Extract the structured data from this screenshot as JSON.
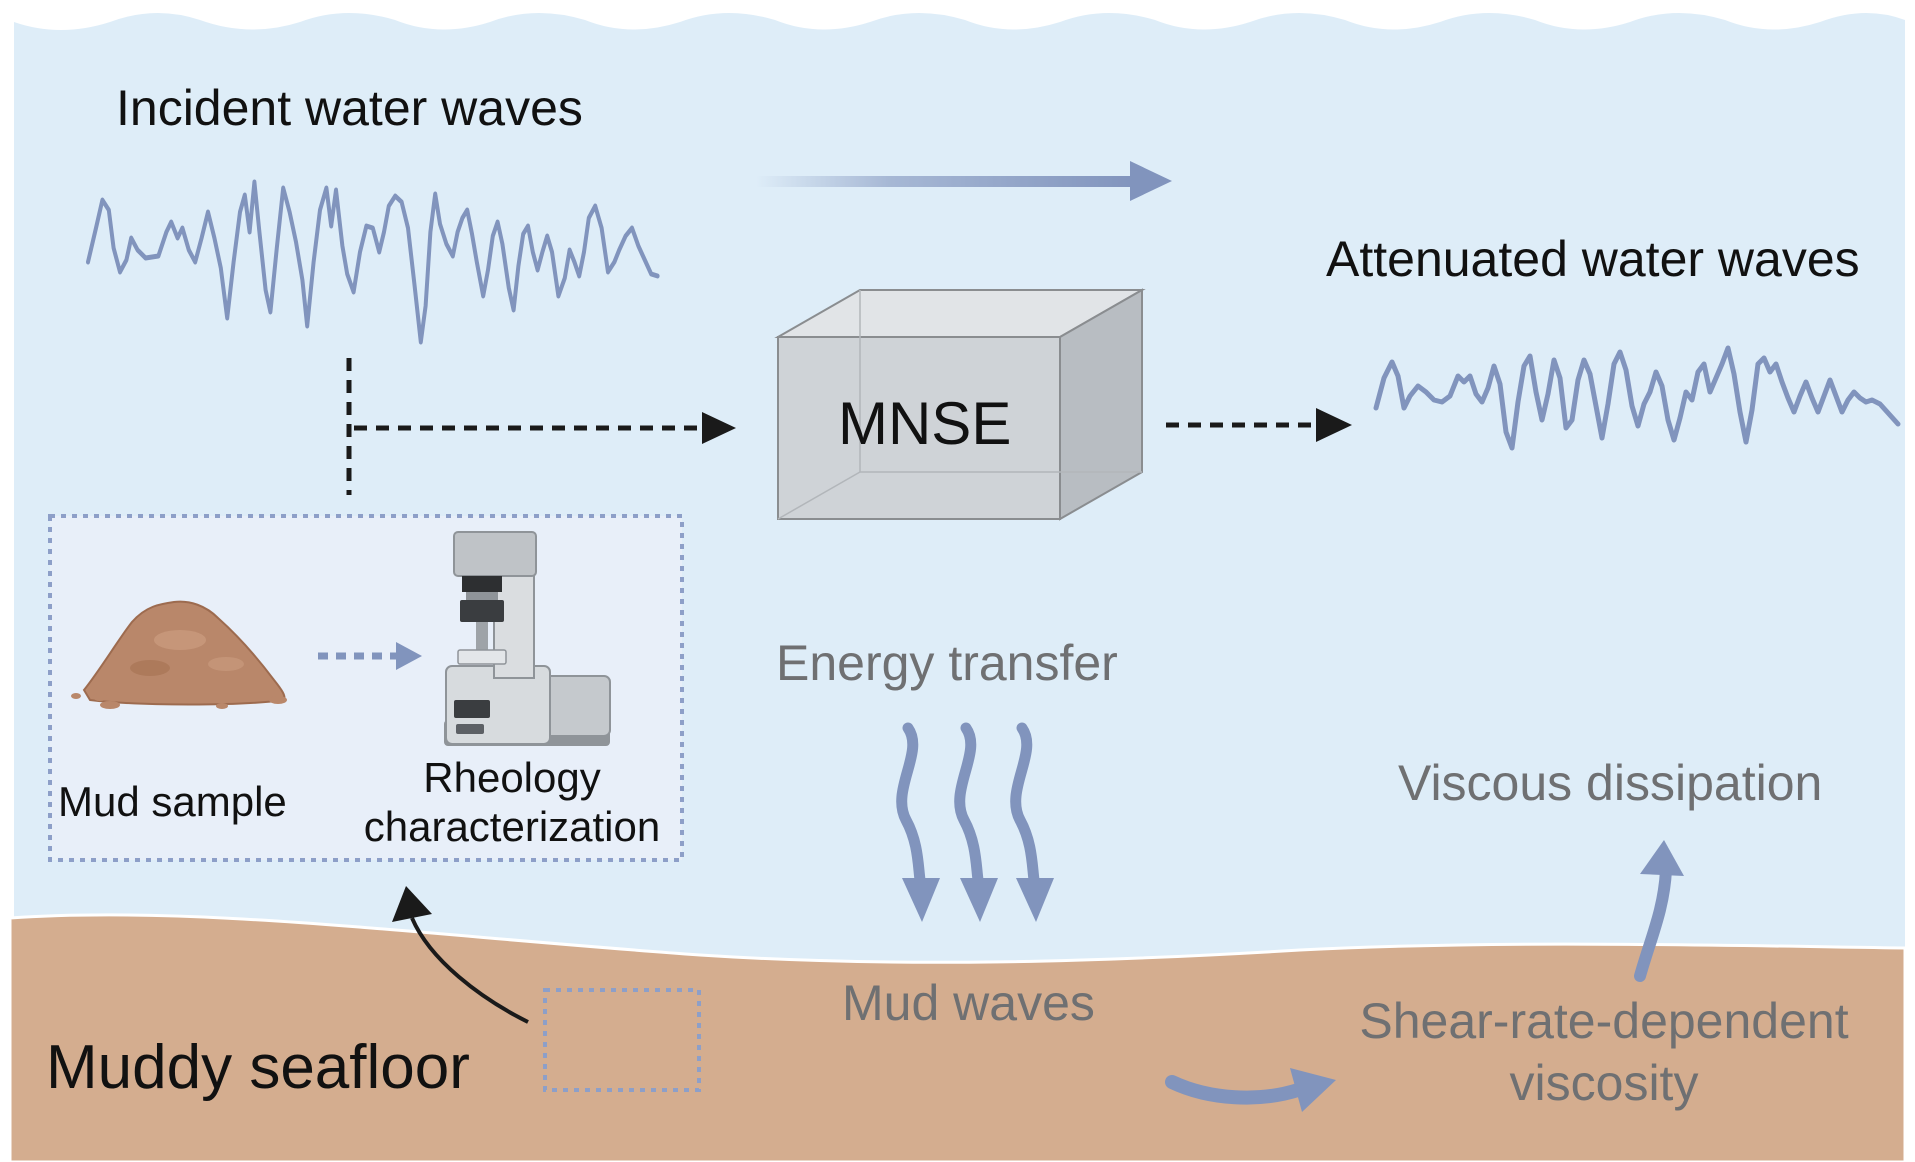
{
  "labels": {
    "incident_waves": "Incident water waves",
    "attenuated_waves": "Attenuated water waves",
    "model_box": "MNSE",
    "mud_sample": "Mud sample",
    "rheology_line1": "Rheology",
    "rheology_line2": "characterization",
    "energy_transfer": "Energy transfer",
    "viscous_dissipation": "Viscous dissipation",
    "mud_waves": "Mud waves",
    "shear_line1": "Shear-rate-dependent",
    "shear_line2": "viscosity",
    "seafloor": "Muddy seafloor"
  },
  "colors": {
    "water": "#deedf8",
    "mud": "#d4ad8f",
    "wave_line": "#8194bd",
    "arrow_blue": "#8194bd",
    "box_face": "#cfd3d7",
    "dashed_black": "#1a1a1a",
    "label_grey": "#6f7072"
  }
}
